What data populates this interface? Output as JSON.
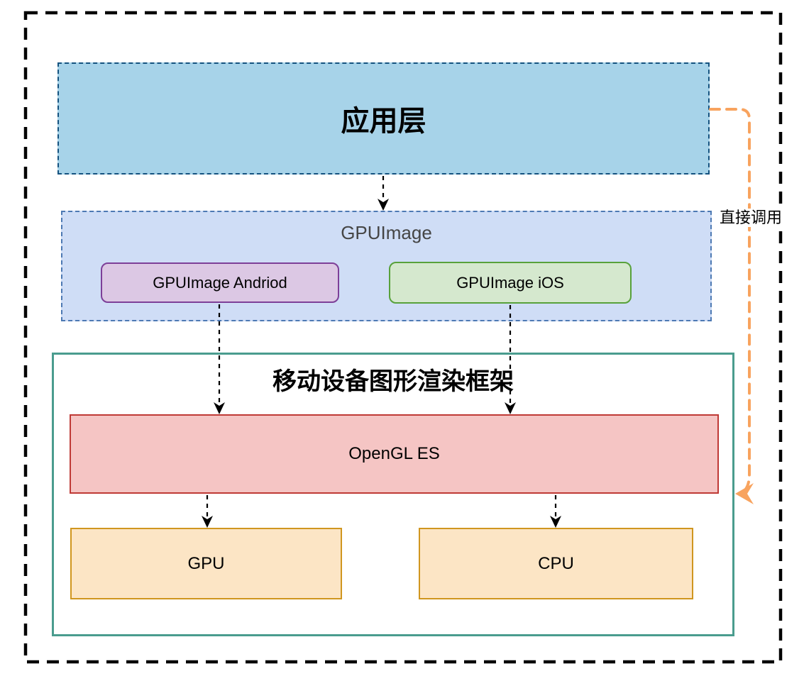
{
  "nodes": {
    "app_layer": {
      "label": "应用层"
    },
    "gpuimage_container": {
      "label": "GPUImage"
    },
    "gpuimage_android": {
      "label": "GPUImage Andriod"
    },
    "gpuimage_ios": {
      "label": "GPUImage iOS"
    },
    "framework": {
      "label": "移动设备图形渲染框架"
    },
    "opengl_es": {
      "label": "OpenGL ES"
    },
    "gpu": {
      "label": "GPU"
    },
    "cpu": {
      "label": "CPU"
    }
  },
  "edges": {
    "direct_call": {
      "label": "直接调用"
    }
  },
  "colors": {
    "app_layer_fill": "#a7d3e9",
    "app_layer_border": "#14527f",
    "gpuimage_fill": "#cfddf6",
    "gpuimage_border": "#4d79b3",
    "android_fill": "#dcc8e4",
    "android_border": "#7d3f98",
    "ios_fill": "#d5e8ce",
    "ios_border": "#58a13b",
    "framework_border": "#4a9c8e",
    "opengl_fill": "#f5c5c4",
    "opengl_border": "#bf3a36",
    "chip_fill": "#fce5c5",
    "chip_border": "#d0961f",
    "direct_call_line": "#f8a35e",
    "outer_border": "#000000",
    "connector": "#000000"
  }
}
